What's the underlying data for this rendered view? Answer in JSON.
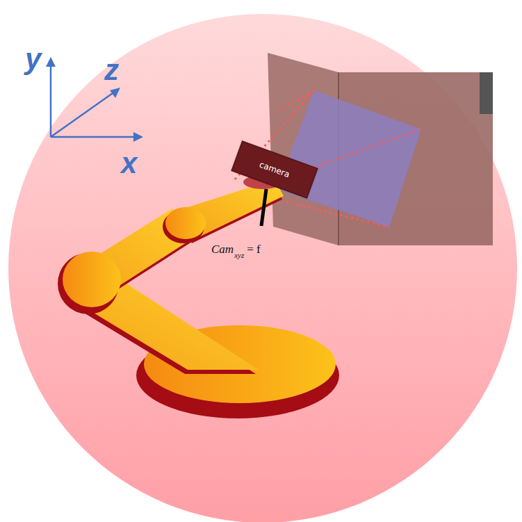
{
  "diagram": {
    "nodes": [
      {
        "text": [
          "camera"
        ]
      }
    ],
    "labels": [
      "y",
      "z",
      "x",
      "Cam",
      "xyz",
      "= f"
    ]
  }
}
